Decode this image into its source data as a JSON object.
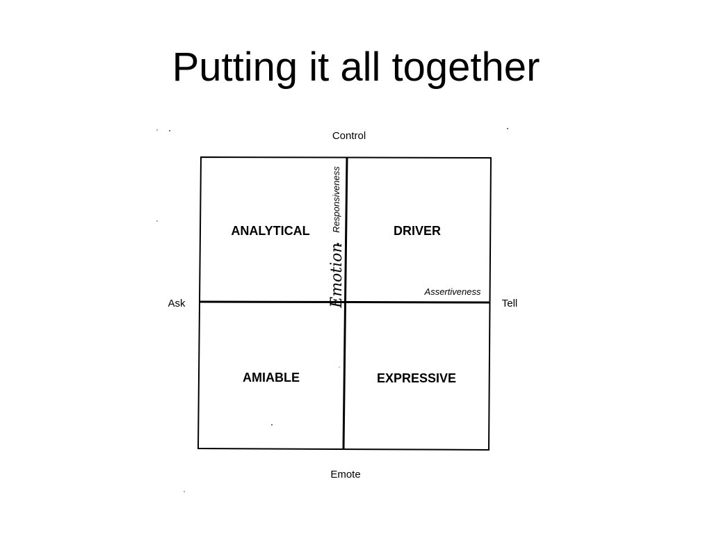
{
  "slide": {
    "title": "Putting it all together"
  },
  "diagram": {
    "axes": {
      "top": "Control",
      "bottom": "Emote",
      "left": "Ask",
      "right": "Tell"
    },
    "quadrants": {
      "top_left": "ANALYTICAL",
      "top_right": "DRIVER",
      "bottom_left": "AMIABLE",
      "bottom_right": "EXPRESSIVE"
    },
    "dimensions": {
      "vertical": "Responsiveness",
      "horizontal": "Assertiveness"
    },
    "handwritten_note": "Emotion",
    "colors": {
      "line": "#000000",
      "background": "#ffffff"
    }
  }
}
